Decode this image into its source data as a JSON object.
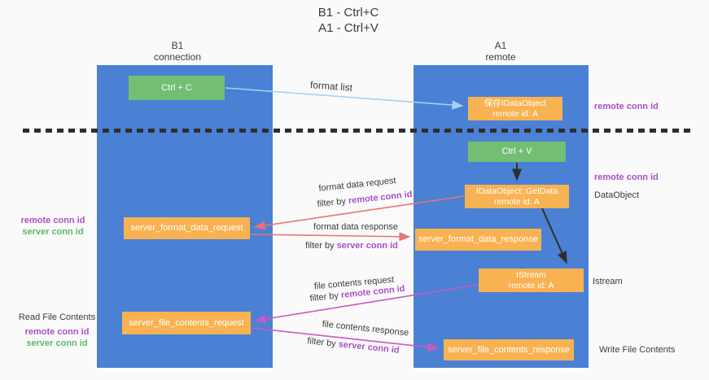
{
  "colors": {
    "bg": "#fafafa",
    "lane_blue": "#4b81d4",
    "node_green": "#72bf74",
    "node_orange": "#f9b251",
    "arrow_blue": "#a6d2f0",
    "arrow_red": "#e97373",
    "arrow_magenta": "#c85ac3",
    "arrow_black": "#2f2f2f",
    "text_dark": "#3c3c3c",
    "text_purple": "#aa50c8",
    "text_green": "#5ab964",
    "divider_dark": "#2e2e2e"
  },
  "title": {
    "line1": "B1 - Ctrl+C",
    "line2": "A1 - Ctrl+V"
  },
  "lanes": {
    "left": {
      "name": "B1",
      "role": "connection"
    },
    "right": {
      "name": "A1",
      "role": "remote"
    }
  },
  "nodes": {
    "ctrl_c": {
      "label": "Ctrl + C"
    },
    "ctrl_v": {
      "label": "Ctrl + V"
    },
    "save_dataobject": {
      "line1": "保存IDataObject",
      "line2": "remote id: A"
    },
    "getdata": {
      "line1": "IDataObject::GetData",
      "line2": "remote id: A"
    },
    "istream": {
      "line1": "IStream",
      "line2": "remote id: A"
    },
    "server_format_data_request": {
      "label": "server_format_data_request"
    },
    "server_format_data_response": {
      "label": "server_format_data_response"
    },
    "server_file_contents_request": {
      "label": "server_file_contents_request"
    },
    "server_file_contents_response": {
      "label": "server_file_contents_response"
    }
  },
  "annotations": {
    "format_list": "format list",
    "format_data_request": "format data request",
    "format_data_response": "format data response",
    "file_contents_request": "file contents request",
    "file_contents_response": "file contents response",
    "filter_by": "filter by ",
    "remote_conn_id": "remote conn id",
    "server_conn_id": "server conn id"
  },
  "side_labels": {
    "remote_conn_id": "remote conn id",
    "server_conn_id": "server conn id",
    "dataobject": "DataObject",
    "istream": "Istream",
    "read_file_contents": "Read File Contents",
    "write_file_contents": "Write File Contents"
  }
}
